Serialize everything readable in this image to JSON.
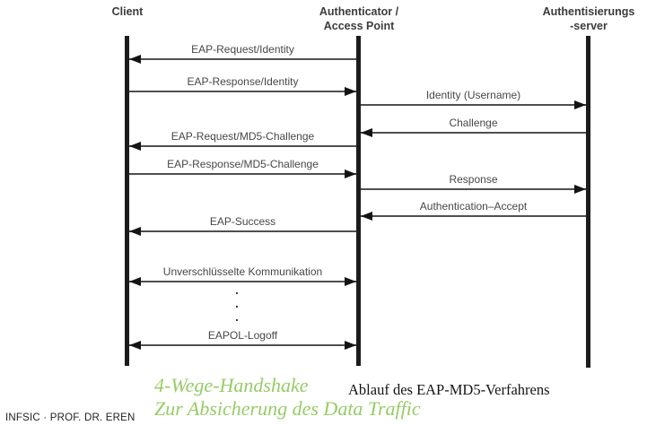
{
  "diagram": {
    "type": "sequence-diagram",
    "topic": "EAP-MD5 authentication flow (IEEE 802.1X)",
    "actors": [
      {
        "id": "client",
        "label_lines": [
          "Client"
        ]
      },
      {
        "id": "authenticator",
        "label_lines": [
          "Authenticator /",
          "Access Point"
        ]
      },
      {
        "id": "server",
        "label_lines": [
          "Authentisierungs",
          "-server"
        ]
      }
    ],
    "messages": [
      {
        "label": "EAP-Request/Identity",
        "from": "authenticator",
        "to": "client",
        "direction": "left"
      },
      {
        "label": "EAP-Response/Identity",
        "from": "client",
        "to": "authenticator",
        "direction": "right"
      },
      {
        "label": "Identity (Username)",
        "from": "authenticator",
        "to": "server",
        "direction": "right"
      },
      {
        "label": "Challenge",
        "from": "server",
        "to": "authenticator",
        "direction": "left"
      },
      {
        "label": "EAP-Request/MD5-Challenge",
        "from": "authenticator",
        "to": "client",
        "direction": "left"
      },
      {
        "label": "EAP-Response/MD5-Challenge",
        "from": "client",
        "to": "authenticator",
        "direction": "right"
      },
      {
        "label": "Response",
        "from": "authenticator",
        "to": "server",
        "direction": "right"
      },
      {
        "label": "Authentication–Accept",
        "from": "server",
        "to": "authenticator",
        "direction": "left"
      },
      {
        "label": "EAP-Success",
        "from": "authenticator",
        "to": "client",
        "direction": "left"
      },
      {
        "label": "Unverschlüsselte Kommunikation",
        "from": "client",
        "to": "authenticator",
        "direction": "both"
      },
      {
        "label": "EAPOL-Logoff",
        "from": "client",
        "to": "authenticator",
        "direction": "both"
      }
    ],
    "vertical_ellipsis": [
      ".",
      ".",
      "."
    ],
    "captions": {
      "handshake_line1": "4-Wege-Handshake",
      "handshake_line2": "Zur Absicherung des Data Traffic",
      "figure_caption": "Ablauf des EAP-MD5-Verfahrens"
    },
    "footer": "INFSIC · PROF. DR. EREN",
    "colors": {
      "accent_green": "#97cc66",
      "ink": "#3b3b3b",
      "line": "#4f4f4f",
      "arrowhead": "#141414"
    }
  }
}
